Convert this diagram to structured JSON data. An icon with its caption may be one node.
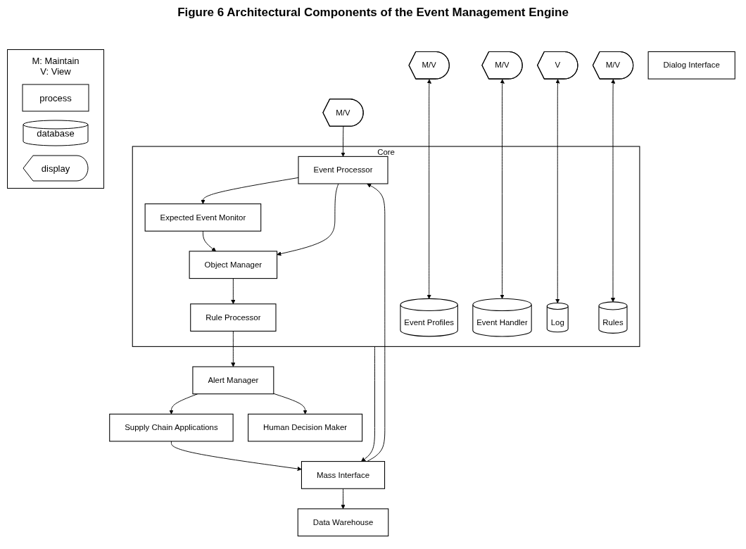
{
  "diagram": {
    "title": "Figure 6 Architectural Components of the Event Management Engine",
    "nodes": [
      {
        "text": [
          "M/V"
        ]
      },
      {
        "text": [
          "M/V"
        ]
      },
      {
        "text": [
          "M/V"
        ]
      },
      {
        "text": [
          "V"
        ]
      },
      {
        "text": [
          "M/V"
        ]
      },
      {
        "text": [
          "Dialog Interface"
        ]
      },
      {
        "text": [
          "Core"
        ]
      },
      {
        "text": [
          "Event Profiles"
        ],
        "in": 6
      },
      {
        "text": [
          "Event Handler"
        ],
        "in": 6
      },
      {
        "text": [
          "Log"
        ],
        "in": 6
      },
      {
        "text": [
          "Rules"
        ],
        "in": 6
      },
      {
        "text": [
          "Expected Event Monitor"
        ],
        "in": 6
      },
      {
        "text": [
          "Object Manager"
        ],
        "in": 6
      },
      {
        "text": [
          "Event Processor"
        ],
        "in": 6
      },
      {
        "text": [
          "Rule Processor"
        ],
        "in": 6
      },
      {
        "text": [
          "Data Warehouse"
        ]
      },
      {
        "text": [
          "Mass Interface"
        ]
      },
      {
        "text": [
          "Alert Manager"
        ]
      },
      {
        "text": [
          "Supply Chain Applications"
        ]
      },
      {
        "text": [
          "Human Decision Maker"
        ]
      }
    ],
    "edges": [
      {
        "from": 0,
        "to": 13,
        "arrow": "to"
      },
      {
        "from": 1,
        "to": 7,
        "arrow": "both"
      },
      {
        "from": 2,
        "to": 8,
        "arrow": "both"
      },
      {
        "from": 3,
        "to": 9,
        "arrow": "both"
      },
      {
        "from": 4,
        "to": 10,
        "arrow": "both"
      },
      {
        "from": 13,
        "to": 11,
        "arrow": "to"
      },
      {
        "from": 11,
        "to": 12,
        "arrow": "to"
      },
      {
        "from": 13,
        "to": 12,
        "arrow": "to"
      },
      {
        "from": 12,
        "to": 14,
        "arrow": "to"
      },
      {
        "from": 6,
        "to": 16,
        "arrow": "to"
      },
      {
        "from": 16,
        "to": 15,
        "arrow": "to"
      },
      {
        "from": 16,
        "to": 13,
        "arrow": "to"
      },
      {
        "from": 18,
        "to": 16,
        "arrow": "to"
      },
      {
        "from": 14,
        "to": 17,
        "arrow": "to"
      },
      {
        "from": 17,
        "to": 18,
        "arrow": "to"
      },
      {
        "from": 17,
        "to": 19,
        "arrow": "to"
      }
    ],
    "labels": [
      "M: Maintain",
      "V: View"
    ],
    "legend": [
      {
        "text": "process"
      },
      {
        "text": "database"
      },
      {
        "text": "display"
      }
    ]
  }
}
